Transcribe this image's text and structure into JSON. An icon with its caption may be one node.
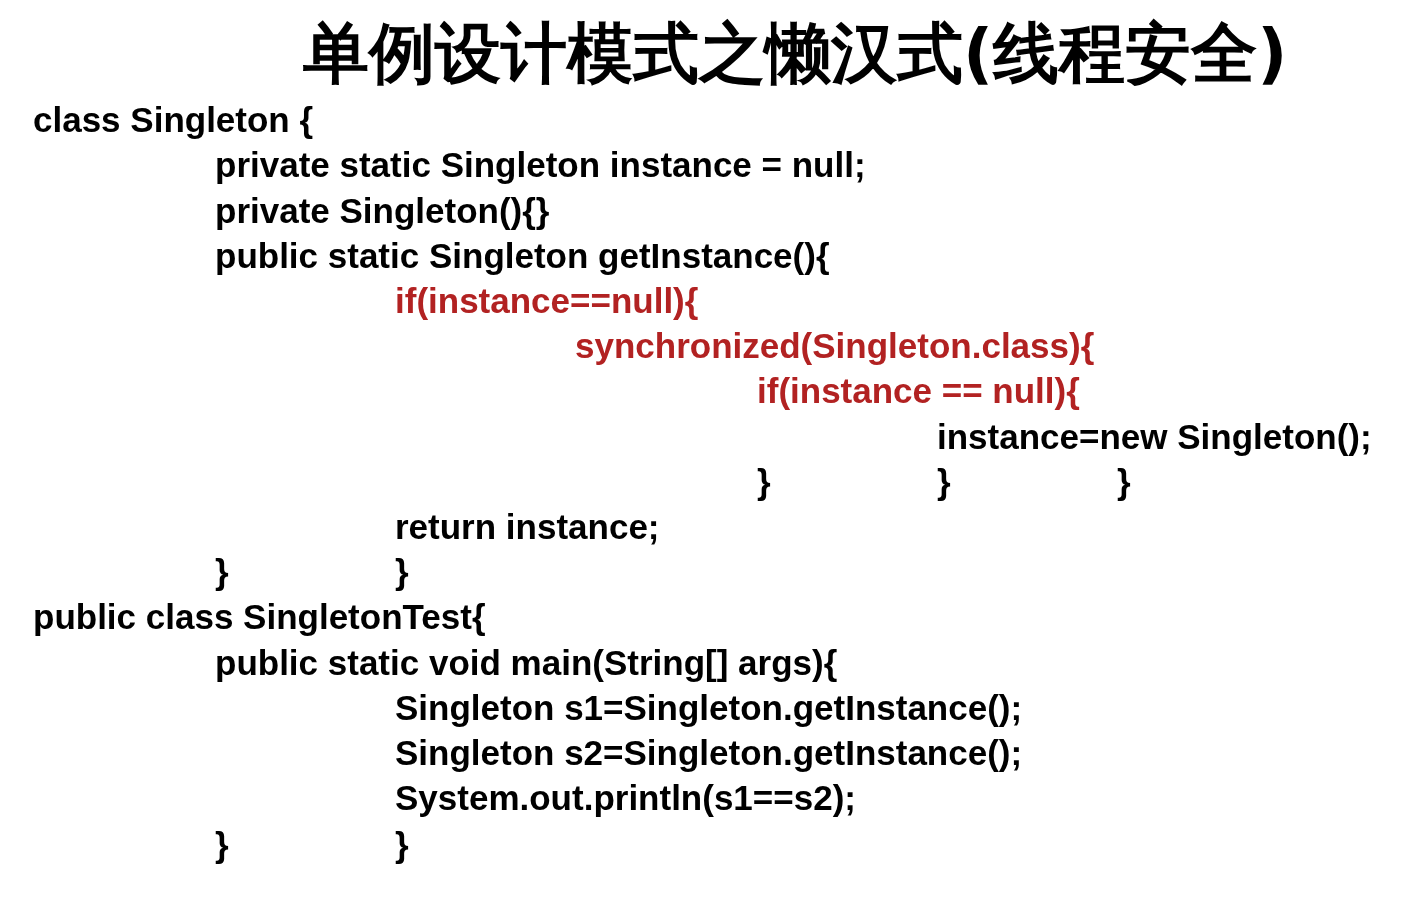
{
  "diagram": {
    "title": "单例设计模式之懒汉式(线程安全)",
    "labels": [
      "class Singleton {",
      "private static Singleton instance = null;",
      "private Singleton(){}",
      "public static Singleton getInstance(){",
      "if(instance==null){",
      "synchronized(Singleton.class){",
      "if(instance == null){",
      "instance=new Singleton();",
      "}",
      "}",
      "}",
      "return instance;",
      "}",
      "}",
      "public class SingletonTest{",
      "public static void main(String[] args){",
      "Singleton s1=Singleton.getInstance();",
      "Singleton s2=Singleton.getInstance();",
      "System.out.println(s1==s2);",
      "}",
      "}"
    ]
  }
}
